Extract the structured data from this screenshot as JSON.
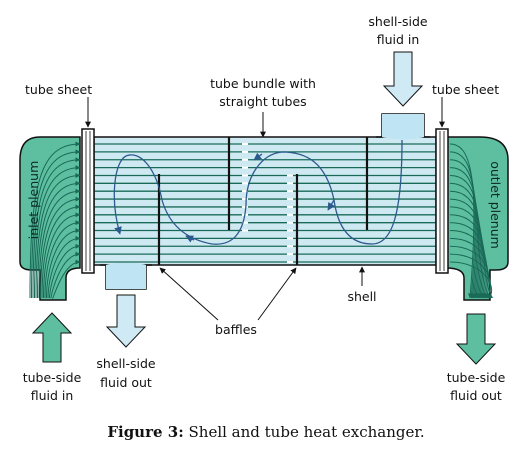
{
  "labels": {
    "tube_sheet_left": "tube sheet",
    "tube_sheet_right": "tube sheet",
    "tube_bundle_1": "tube bundle with",
    "tube_bundle_2": "straight tubes",
    "shell_in_1": "shell-side",
    "shell_in_2": "fluid in",
    "shell_out_1": "shell-side",
    "shell_out_2": "fluid out",
    "inlet_plenum": "inlet plenum",
    "outlet_plenum": "outlet plenum",
    "baffles": "baffles",
    "shell": "shell",
    "tube_in_1": "tube-side",
    "tube_in_2": "fluid in",
    "tube_out_1": "tube-side",
    "tube_out_2": "fluid out"
  },
  "caption": {
    "prefix": "Figure 3:",
    "text": " Shell and tube heat exchanger."
  },
  "colors": {
    "plenum": "#5dbf9f",
    "shell_fill": "#cfe9f3",
    "tube": "#1a6a58",
    "flow": "#2d5a8c",
    "arrow_fluid": "#cfe9f5",
    "arrow_tube": "#5dbf9f"
  }
}
